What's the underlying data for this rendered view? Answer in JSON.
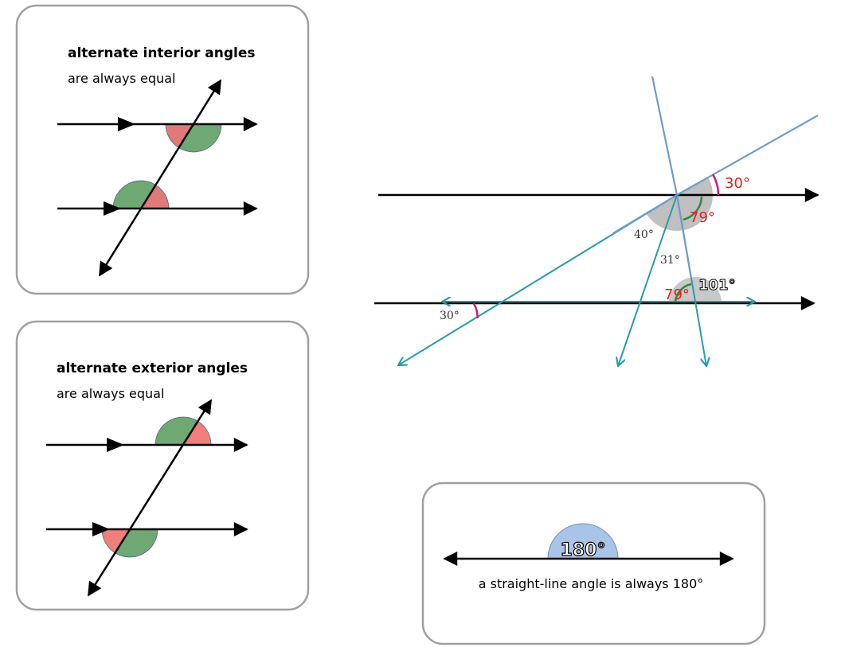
{
  "panels": {
    "interior": {
      "title": "alternate interior angles",
      "subtitle": "are always equal"
    },
    "exterior": {
      "title": "alternate exterior angles",
      "subtitle": "are always equal"
    },
    "straight": {
      "angle_label": "180°",
      "caption": "a straight-line angle is always 180°"
    }
  },
  "main_diagram": {
    "labels": {
      "top_right_angle": "30°",
      "top_green_angle": "79°",
      "left_angle": "40°",
      "middle_angle": "31°",
      "bottom_green_angle": "79°",
      "bottom_gray_angle": "101°",
      "bottom_left_angle": "30°"
    }
  },
  "colors": {
    "red_angle": "#e07a78",
    "green_angle": "#6fa872",
    "gray_angle": "#c0c0c0",
    "blue_line": "#6f9ccc",
    "teal_line": "#2a9aab",
    "label_red": "#e02020",
    "magenta_arc": "#c0207a"
  }
}
